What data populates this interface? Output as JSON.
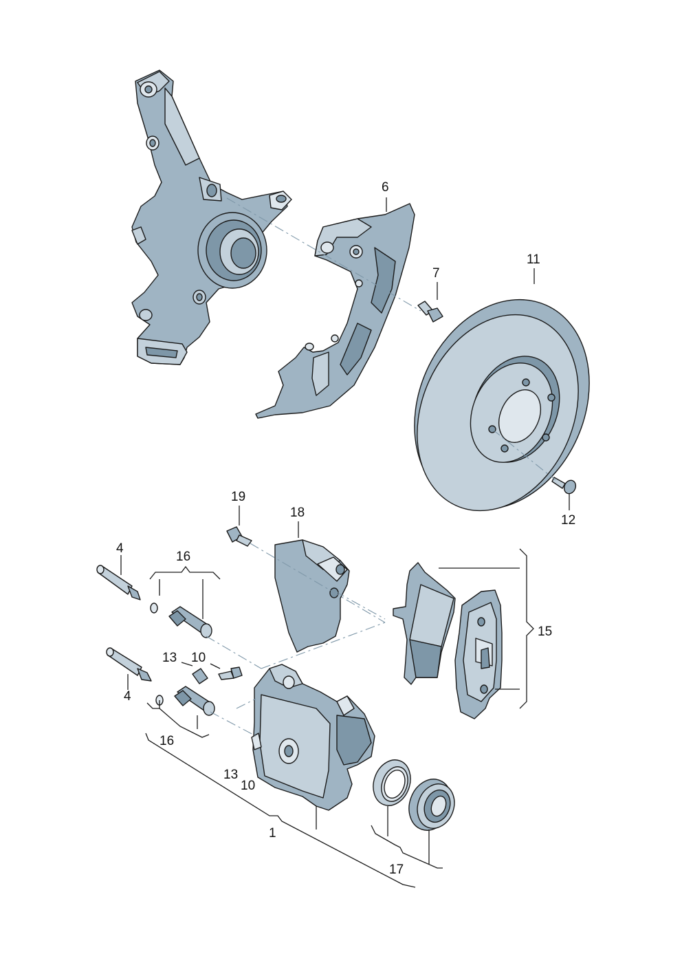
{
  "callouts": {
    "c1": "1",
    "c4a": "4",
    "c4b": "4",
    "c6": "6",
    "c7": "7",
    "c10a": "10",
    "c10b": "10",
    "c11": "11",
    "c12": "12",
    "c13a": "13",
    "c13b": "13",
    "c15": "15",
    "c16a": "16",
    "c16b": "16",
    "c17": "17",
    "c18": "18",
    "c19": "19"
  },
  "colors": {
    "part_fill": "#9fb4c3",
    "part_shadow": "#7e97a8",
    "part_highlight": "#dfe7ed",
    "line": "#1a1a1a"
  }
}
